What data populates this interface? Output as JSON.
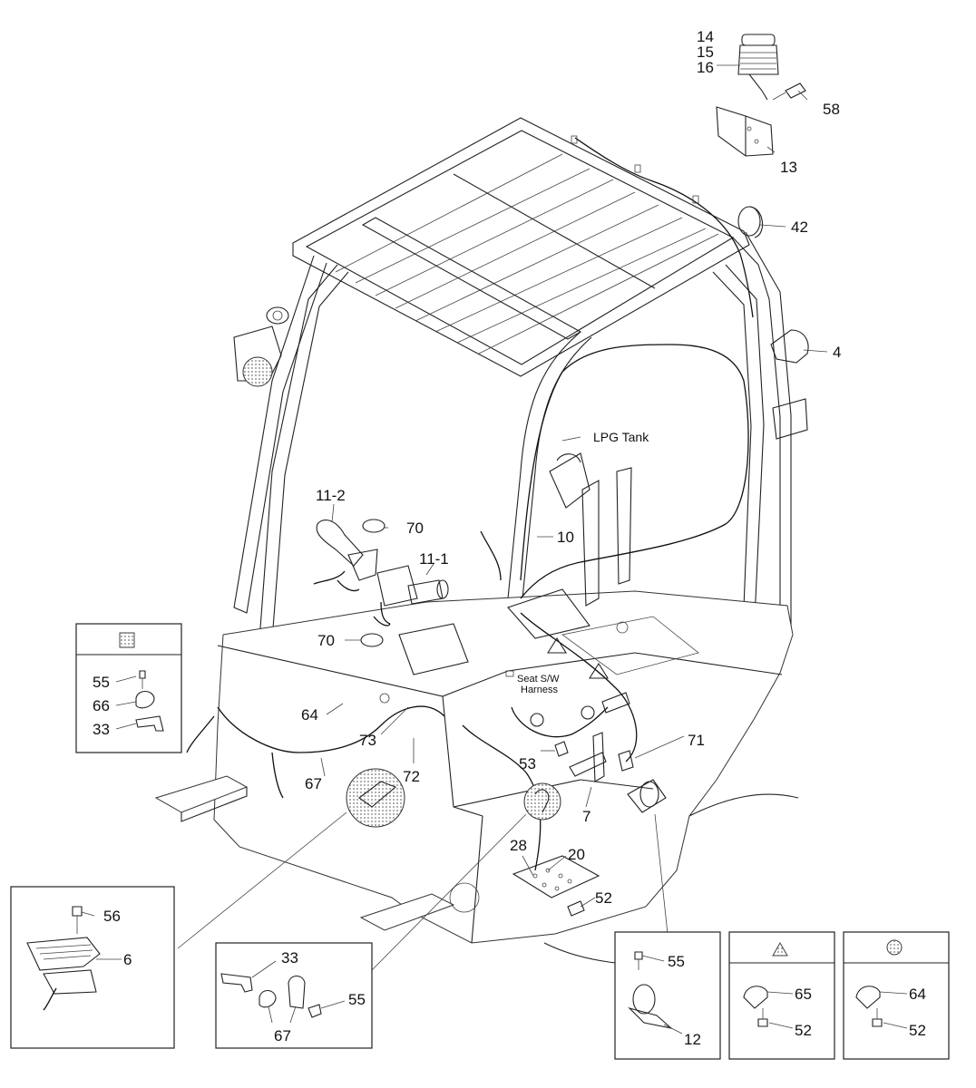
{
  "callouts": {
    "c14": "14",
    "c15": "15",
    "c16": "16",
    "c58": "58",
    "c13": "13",
    "c42": "42",
    "c4": "4",
    "c11_2": "11-2",
    "c70a": "70",
    "c11_1": "11-1",
    "c70b": "70",
    "c10": "10",
    "c64": "64",
    "c73": "73",
    "c72": "72",
    "c67": "67",
    "c53": "53",
    "c71": "71",
    "c7": "7",
    "c28": "28",
    "c20": "20",
    "c52": "52"
  },
  "annotations": {
    "lpg_tank": "LPG Tank",
    "seat_sw": "Seat S/W",
    "harness": "Harness"
  },
  "inset_square": {
    "n55": "55",
    "n66": "66",
    "n33": "33",
    "symbol": "square-dot-symbol"
  },
  "inset_pedal": {
    "n56": "56",
    "n6": "6"
  },
  "inset_clamp": {
    "n33": "33",
    "n55": "55",
    "n67": "67"
  },
  "inset_bracket": {
    "n55": "55",
    "n12": "12"
  },
  "inset_triangle": {
    "n65": "65",
    "n52": "52",
    "symbol": "triangle-dot-symbol"
  },
  "inset_circle": {
    "n64": "64",
    "n52": "52",
    "symbol": "circle-dot-symbol"
  },
  "colors": {
    "line": "#222222",
    "dot_fill": "#bbbbbb"
  }
}
